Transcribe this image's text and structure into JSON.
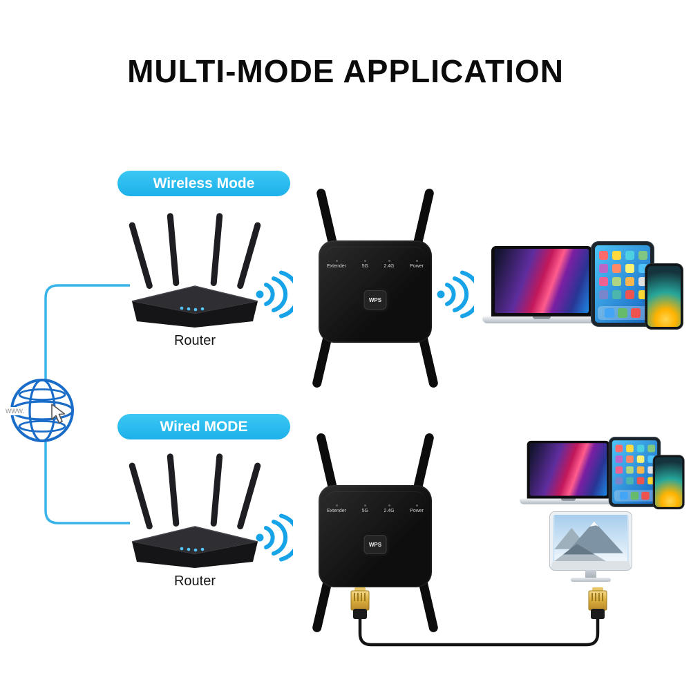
{
  "title": "MULTI-MODE APPLICATION",
  "internet": {
    "www_label": "www.",
    "icon": "globe-icon"
  },
  "wireless": {
    "badge": "Wireless Mode",
    "router_label": "Router",
    "extender": {
      "led_labels": [
        "Extender",
        "5G",
        "2.4G",
        "Power"
      ],
      "wps_label": "WPS"
    },
    "devices": [
      "laptop",
      "tablet",
      "smartphone"
    ]
  },
  "wired": {
    "badge": "Wired MODE",
    "router_label": "Router",
    "extender": {
      "led_labels": [
        "Extender",
        "5G",
        "2.4G",
        "Power"
      ],
      "wps_label": "WPS"
    },
    "devices": [
      "laptop",
      "tablet",
      "smartphone",
      "monitor"
    ]
  },
  "icons": {
    "wifi": "wifi-signal-icon",
    "cable": "ethernet-cable",
    "connector": "rj45-connector"
  },
  "colors": {
    "badge_cyan": "#28bcf0",
    "wifi_blue": "#17a3e8",
    "line_blue": "#39b4ea",
    "globe_blue": "#1a6cc9",
    "connector_gold": "#d9ad3c"
  }
}
